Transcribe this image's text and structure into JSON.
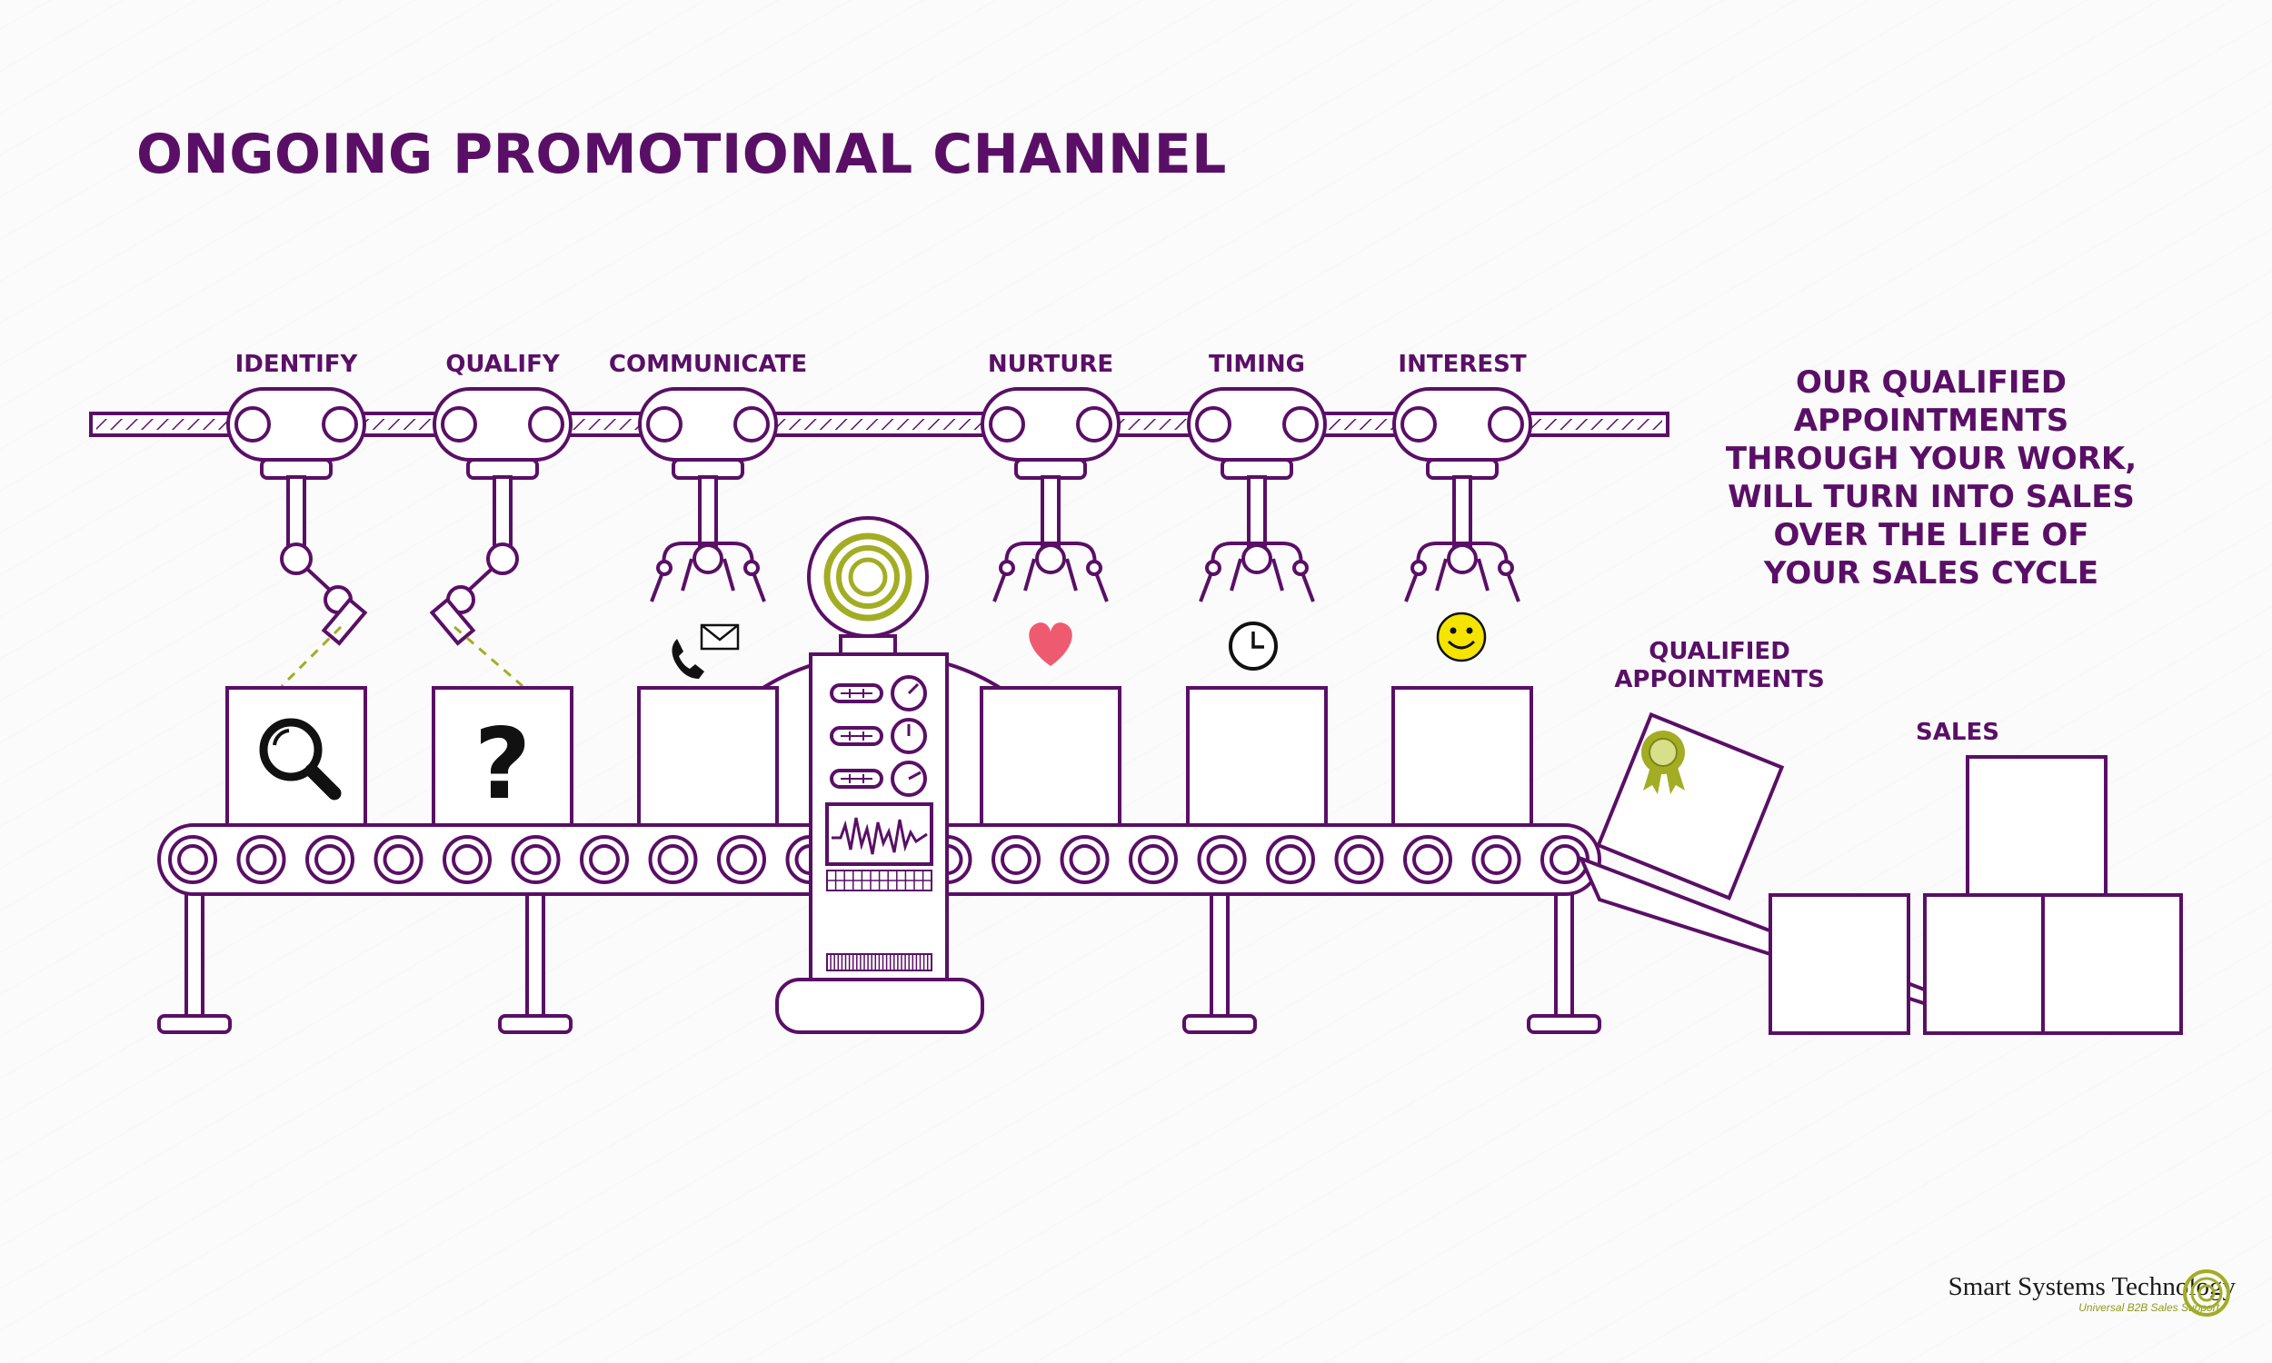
{
  "title": "ONGOING PROMOTIONAL CHANNEL",
  "stages": [
    {
      "label": "IDENTIFY",
      "icon": "magnifier-icon"
    },
    {
      "label": "QUALIFY",
      "icon": "question-mark-icon",
      "glyph": "?"
    },
    {
      "label": "COMMUNICATE",
      "icon": "phone-and-envelope-icon"
    },
    {
      "label": "NURTURE",
      "icon": "heart-icon"
    },
    {
      "label": "TIMING",
      "icon": "clock-icon"
    },
    {
      "label": "INTEREST",
      "icon": "smiley-icon"
    }
  ],
  "qualified_appointments_label": [
    "QUALIFIED",
    "APPOINTMENTS"
  ],
  "sales_label": "SALES",
  "summary_text": "OUR QUALIFIED\nAPPOINTMENTS\nTHROUGH YOUR WORK,\nWILL TURN INTO SALES\nOVER THE LIFE OF\nYOUR SALES CYCLE",
  "brand": {
    "name": "Smart Systems Technology",
    "tagline": "Universal B2B Sales Support"
  },
  "colors": {
    "primary": "#5a0f66",
    "accent": "#a3ad24",
    "heart": "#ee5b70",
    "smiley": "#f5e400",
    "background": "#fbfbfb"
  }
}
